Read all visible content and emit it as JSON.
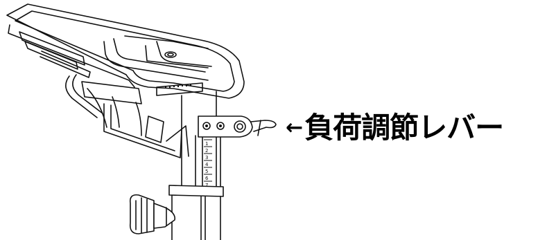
{
  "callout": {
    "arrow": "←",
    "label": "負荷調節レバー"
  },
  "scale": {
    "marks": [
      "1",
      "2",
      "3",
      "4",
      "5",
      "6",
      "7"
    ]
  },
  "icons": {
    "frame": "exercise-bike-frame-icon",
    "lever": "resistance-lever-icon",
    "knob": "adjustment-knob-icon"
  }
}
